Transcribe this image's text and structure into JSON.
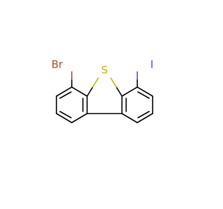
{
  "molecule": {
    "atoms": {
      "sulfur": {
        "label": "S",
        "color": "#b8b800"
      },
      "bromine": {
        "label": "Br",
        "color": "#a0502a"
      },
      "iodine": {
        "label": "I",
        "color": "#8a2be2"
      }
    },
    "bond_color": "#000000",
    "background": "#ffffff"
  }
}
